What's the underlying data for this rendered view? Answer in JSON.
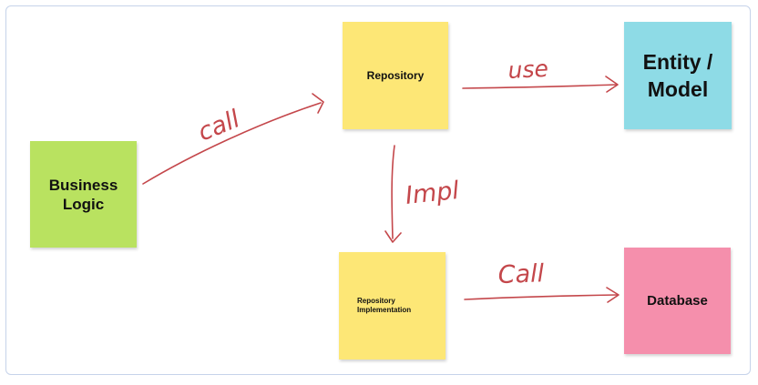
{
  "colors": {
    "ink": "#c4474b",
    "frame_border": "#c6d3ea",
    "note_green": "#b9e260",
    "note_yellow": "#fde776",
    "note_cyan": "#8edbe6",
    "note_pink": "#f58fac"
  },
  "notes": {
    "business_logic": "Business\nLogic",
    "repository": "Repository",
    "entity_model": "Entity /\nModel",
    "repository_implementation": "Repository\nImplementation",
    "database": "Database"
  },
  "edges": {
    "business_to_repository": "call",
    "repository_to_entity": "use",
    "repository_to_impl": "Impl",
    "impl_to_database": "Call"
  }
}
